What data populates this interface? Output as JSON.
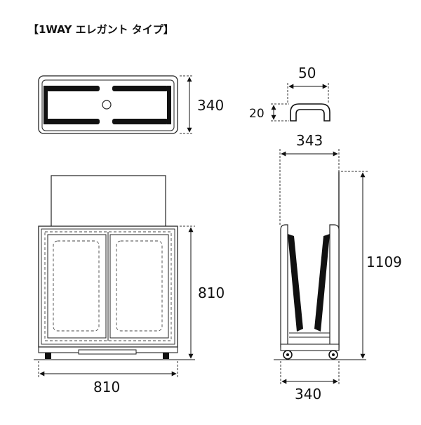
{
  "title": "【1WAY エレガント タイプ】",
  "dimensions": {
    "top_depth": "340",
    "handle_width": "50",
    "handle_height": "20",
    "side_top_depth": "343",
    "overall_height": "1109",
    "front_height": "810",
    "front_width": "810",
    "side_bottom_depth": "340"
  }
}
